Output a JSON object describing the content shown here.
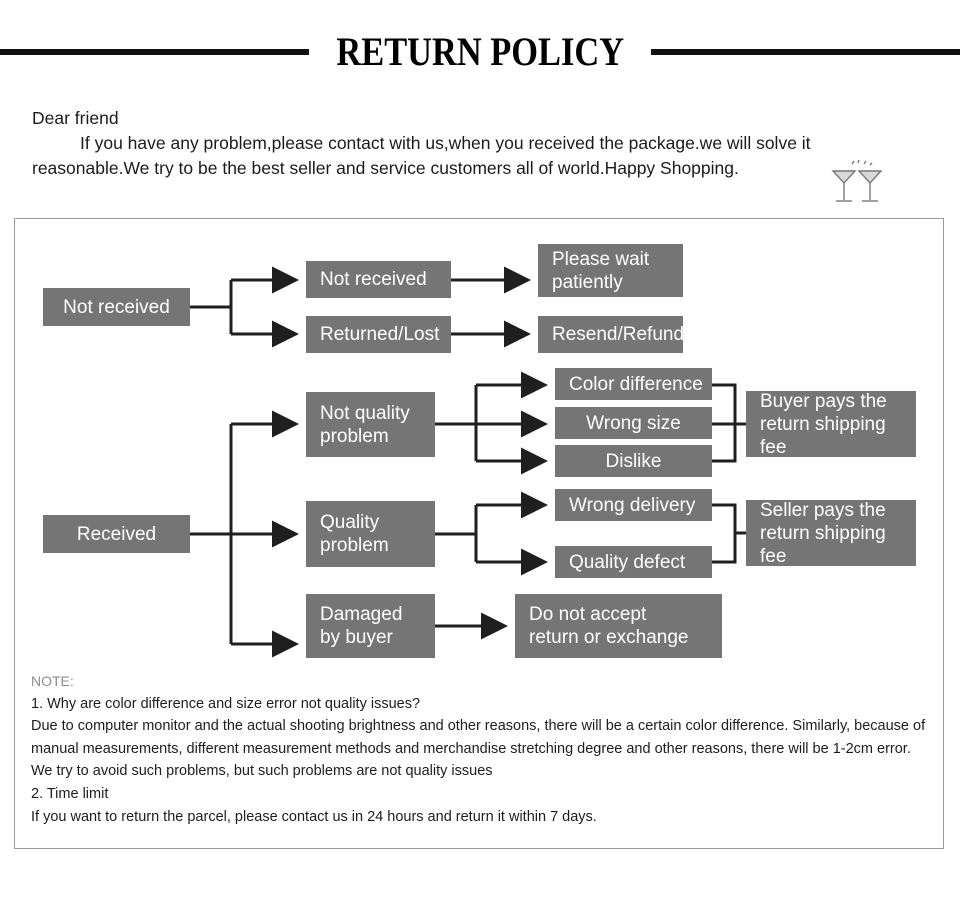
{
  "header": {
    "title": "RETURN POLICY"
  },
  "intro": {
    "greeting": "Dear friend",
    "paragraph_line1": "If you have any problem,please contact with us,when you received the package.we will solve it",
    "paragraph_line2": "reasonable.We try to be the best seller and service customers all of world.Happy Shopping.",
    "decoration_icon": "cocktail-glasses-icon"
  },
  "flowchart": {
    "nodes": {
      "not_received_root": "Not received",
      "not_received_branch": "Not received",
      "returned_lost": "Returned/Lost",
      "please_wait": "Please wait\npatiently",
      "resend_refund": "Resend/Refund",
      "received_root": "Received",
      "not_quality_problem": "Not quality\nproblem",
      "color_difference": "Color difference",
      "wrong_size": "Wrong size",
      "dislike": "Dislike",
      "buyer_pays": "Buyer pays the\nreturn shipping fee",
      "quality_problem": "Quality\nproblem",
      "wrong_delivery": "Wrong delivery",
      "quality_defect": "Quality defect",
      "seller_pays": "Seller pays the\nreturn shipping fee",
      "damaged_by_buyer": "Damaged\nby buyer",
      "do_not_accept": "Do not accept\nreturn or exchange"
    }
  },
  "note": {
    "heading": "NOTE:",
    "q1": "1. Why are color difference and size error not quality issues?",
    "a1_line1": "Due to computer monitor and the actual shooting brightness and other reasons, there will be a certain color difference. Similarly, because of",
    "a1_line2": "manual measurements, different measurement methods and merchandise stretching degree and other reasons, there will be 1-2cm error.",
    "a1_line3": "We try to avoid such problems, but such problems are not quality issues",
    "q2": "2. Time limit",
    "a2": "If you want to return the parcel, please contact us in 24 hours and return it within 7 days."
  },
  "colors": {
    "node_fill": "#757575",
    "node_text": "#ffffff",
    "rule": "#111111",
    "panel_border": "#9b9b9b",
    "note_heading": "#8d8d8d",
    "wire": "#1f1f1f"
  }
}
